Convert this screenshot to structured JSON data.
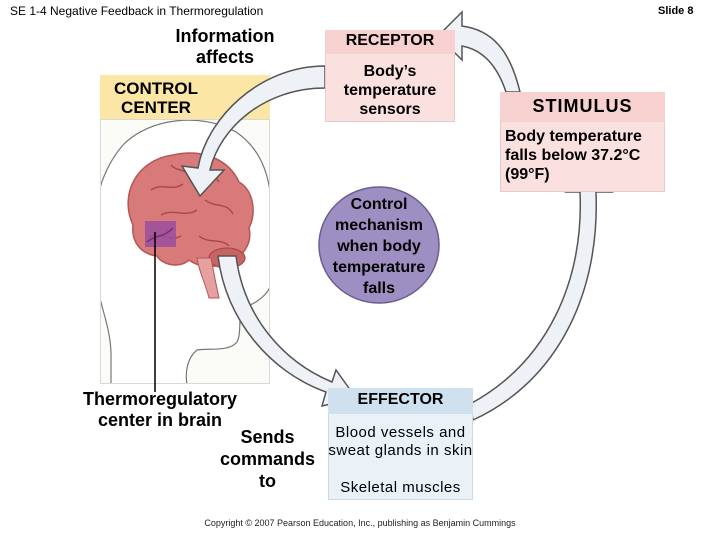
{
  "slide": {
    "title": "SE 1-4 Negative Feedback in Thermoregulation",
    "number": "Slide 8"
  },
  "labels": {
    "information_affects": "Information affects",
    "control_center": "CONTROL CENTER",
    "thermoregulatory": "Thermoregulatory center in brain",
    "sends_commands": "Sends commands to",
    "control_mechanism": "Control mechanism when body temperature falls"
  },
  "receptor": {
    "title": "RECEPTOR",
    "text": "Body’s temperature sensors"
  },
  "stimulus": {
    "title": "STIMULUS",
    "text": "Body temperature falls below 37.2°C (99°F)"
  },
  "effector": {
    "title": "EFFECTOR",
    "text": "Blood vessels and sweat glands in skin",
    "text2": "Skeletal muscles"
  },
  "copyright": "Copyright © 2007 Pearson Education, Inc., publishing as Benjamin Cummings",
  "colors": {
    "receptor_fill": "#fbe0e0",
    "effector_fill": "#eaf1f7",
    "control_center_fill": "#fbe6a6",
    "control_mechanism_fill": "#9d8fc2",
    "brain": "#d97a7a",
    "thermo_center": "#9a4fa0",
    "arrow": "#e9edf4"
  }
}
